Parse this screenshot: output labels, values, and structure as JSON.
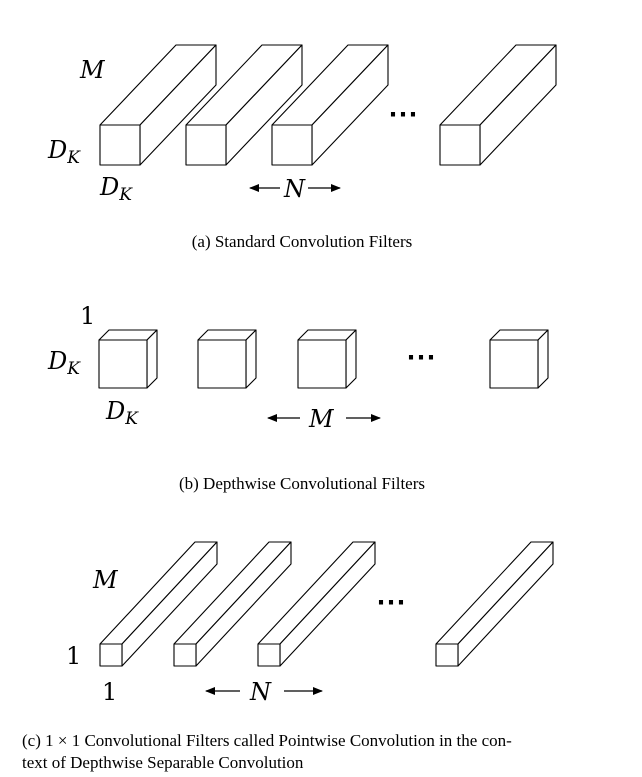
{
  "panel_a": {
    "label_depth": "M",
    "label_height_main": "D",
    "label_height_sub": "K",
    "label_width_main": "D",
    "label_width_sub": "K",
    "count_label": "N",
    "ellipsis": "⋯",
    "caption": "(a)  Standard Convolution Filters"
  },
  "panel_b": {
    "label_depth": "1",
    "label_height_main": "D",
    "label_height_sub": "K",
    "label_width_main": "D",
    "label_width_sub": "K",
    "count_label": "M",
    "ellipsis": "⋯",
    "caption": "(b)  Depthwise Convolutional Filters"
  },
  "panel_c": {
    "label_depth": "M",
    "label_height": "1",
    "label_width": "1",
    "count_label": "N",
    "ellipsis": "⋯",
    "caption_line1": "(c)  1 × 1 Convolutional Filters called Pointwise Convolution in the con-",
    "caption_line2": "text of Depthwise Separable Convolution"
  }
}
